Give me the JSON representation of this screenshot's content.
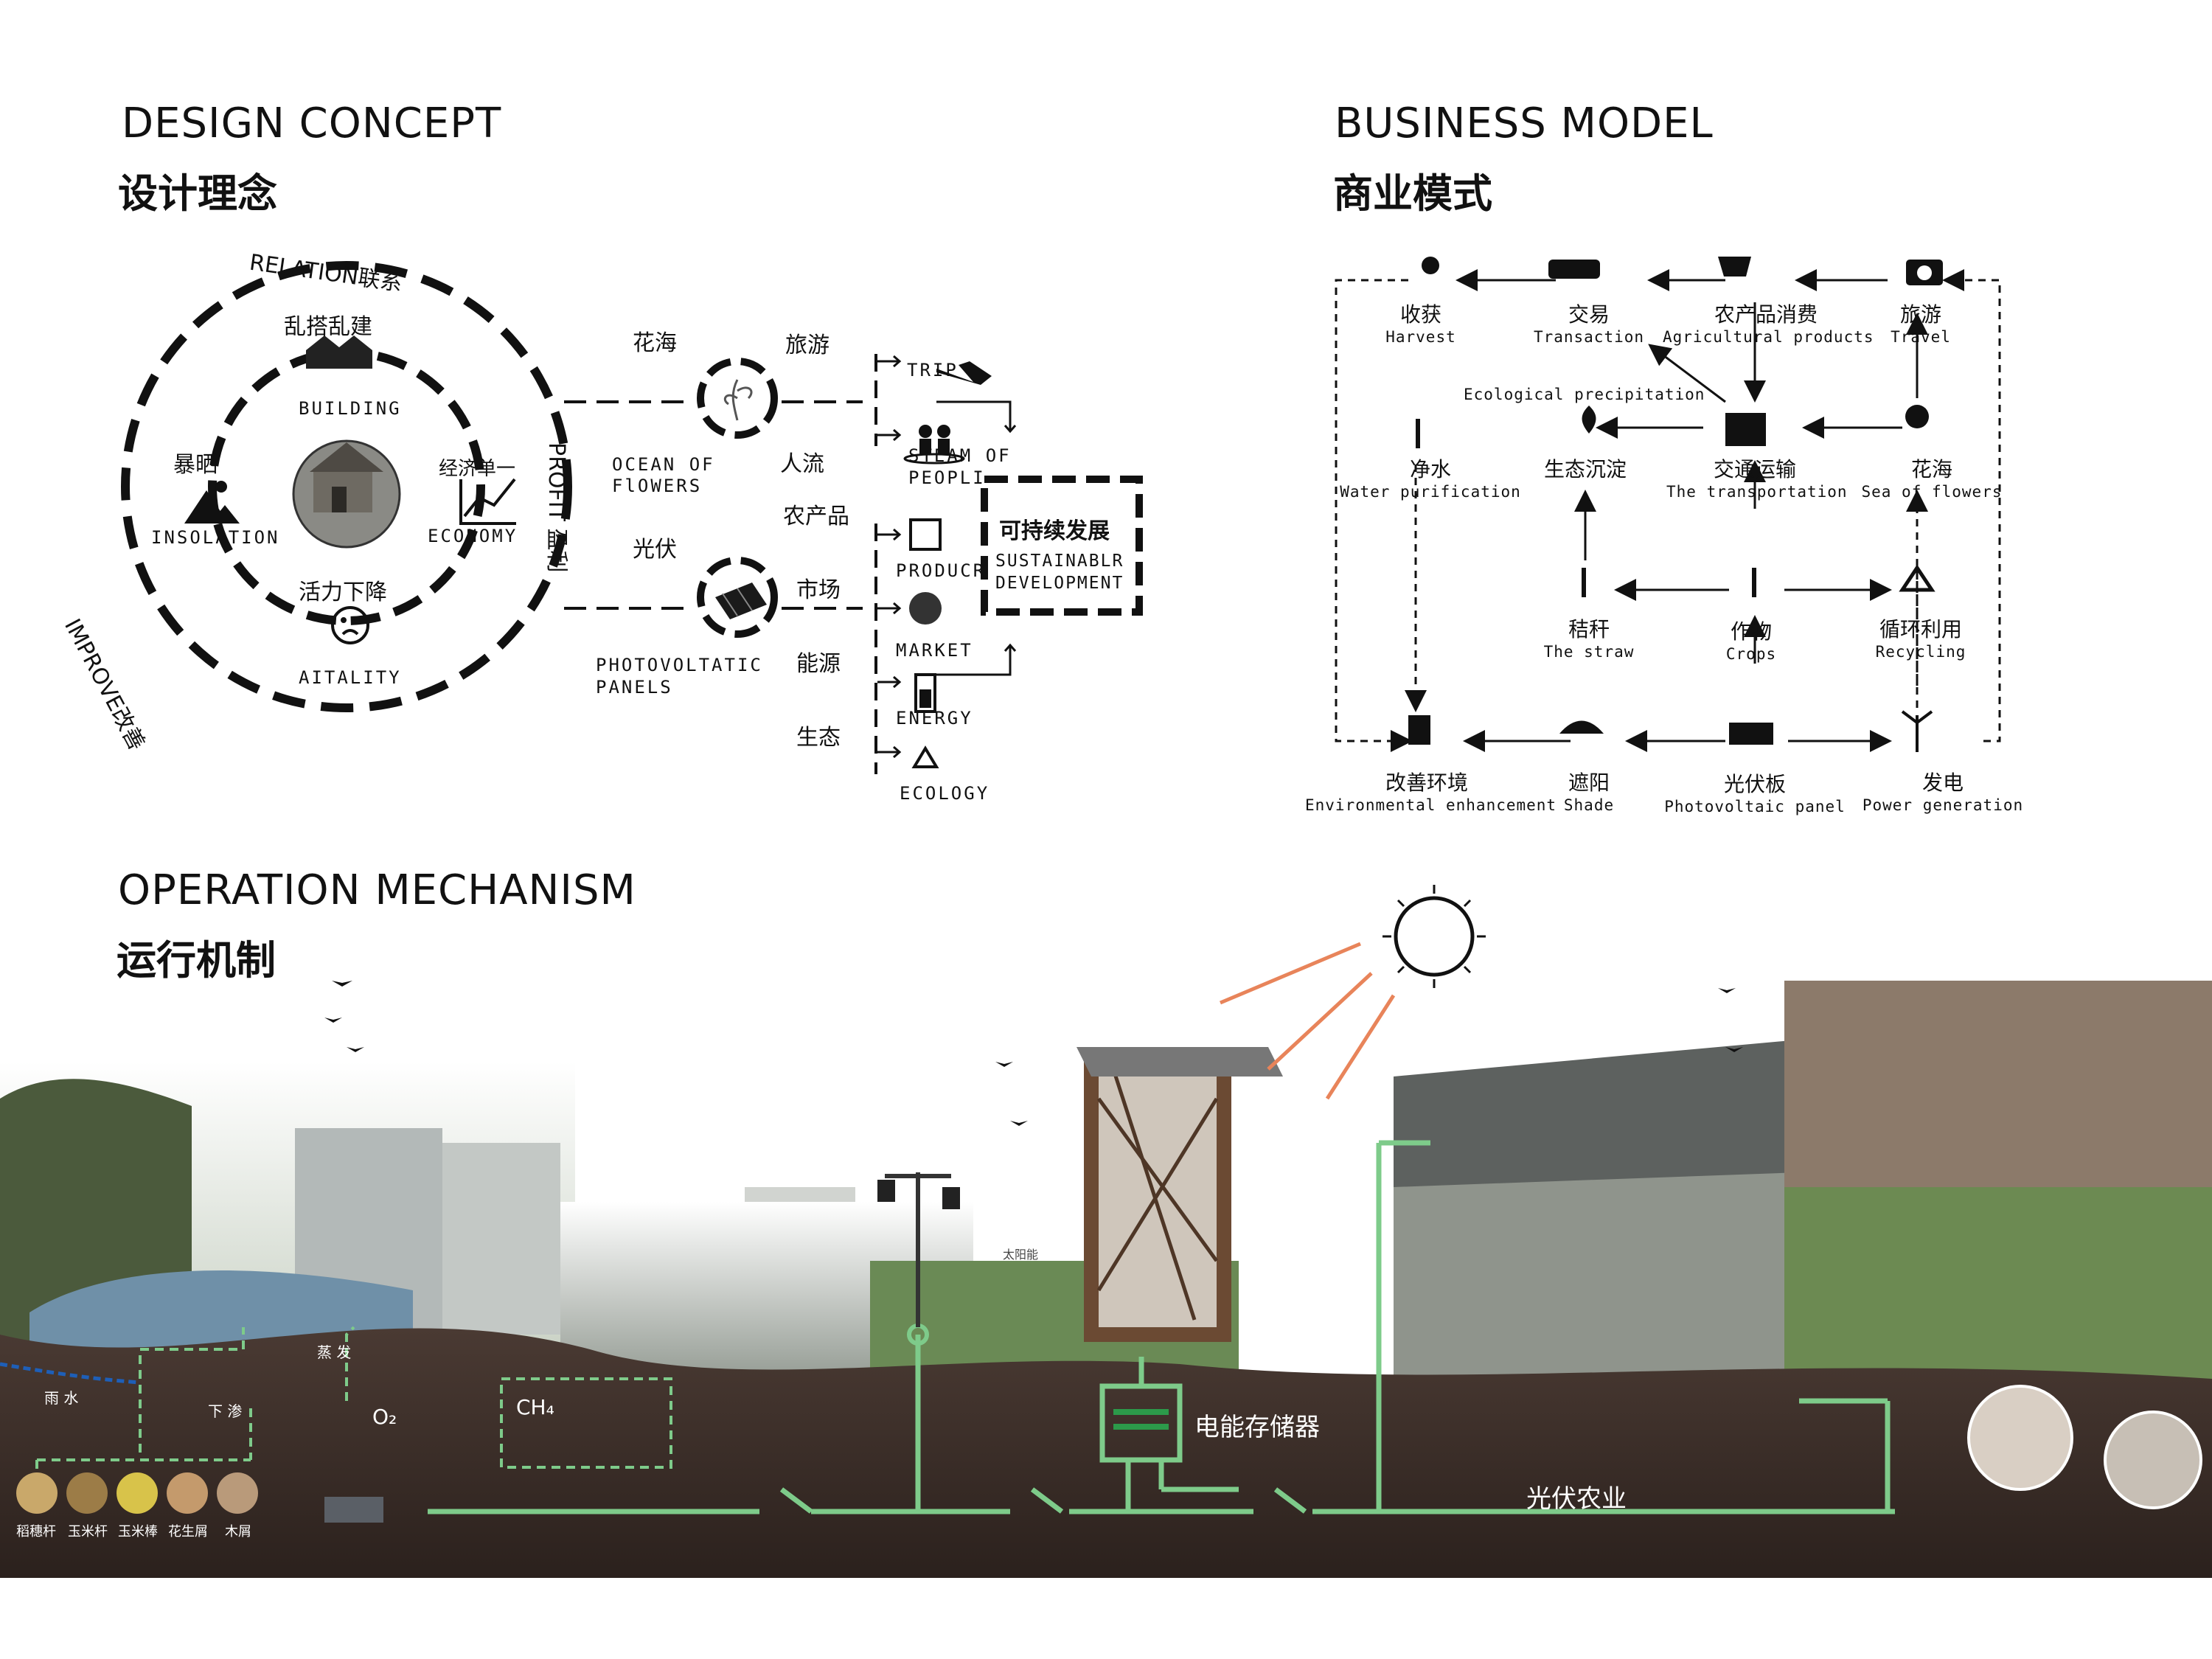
{
  "design_concept": {
    "title_en": "DESIGN CONCEPT",
    "title_cn": "设计理念",
    "ring_labels": {
      "relation": "RELATION联系",
      "improve": "IMPROVE改善",
      "profit": "PROFIT 盈利"
    },
    "inner": {
      "building_cn": "乱搭乱建",
      "building_en": "BUILDING",
      "insolation_cn": "暴晒",
      "insolation_en": "INSOLATION",
      "economy_cn": "经济单一",
      "economy_en": "ECONOMY",
      "vitality_cn": "活力下降",
      "vitality_en": "AITALITY"
    },
    "branches": {
      "flowers_cn": "花海",
      "flowers_en_1": "OCEAN OF",
      "flowers_en_2": "FlOWERS",
      "pv_cn": "光伏",
      "pv_en_1": "PHOTOVOLTATIC",
      "pv_en_2": "PANELS"
    },
    "outcomes": {
      "trip_cn": "旅游",
      "trip_en": "TRIP",
      "people_cn": "人流",
      "people_en_1": "STEAM OF",
      "people_en_2": "PEOPLI",
      "product_cn": "农产品",
      "product_en": "PRODUCR",
      "market_cn": "市场",
      "market_en": "MARKET",
      "energy_cn": "能源",
      "energy_en": "ENERGY",
      "ecology_cn": "生态",
      "ecology_en": "ECOLOGY"
    },
    "sustainable_cn": "可持续发展",
    "sustainable_en_1": "SUSTAINABLR",
    "sustainable_en_2": "DEVELOPMENT"
  },
  "business_model": {
    "title_en": "BUSINESS MODEL",
    "title_cn": "商业模式",
    "nodes": {
      "harvest_cn": "收获",
      "harvest_en": "Harvest",
      "transaction_cn": "交易",
      "transaction_en": "Transaction",
      "agri_cn": "农产品消费",
      "agri_en": "Agricultural products",
      "travel_cn": "旅游",
      "travel_en": "Travel",
      "eco_precip_en": "Ecological precipitation",
      "water_cn": "净水",
      "water_en": "Water purification",
      "eco_cn": "生态沉淀",
      "transport_cn": "交通运输",
      "transport_en": "The transportation",
      "flowers_cn": "花海",
      "flowers_en": "Sea of flowers",
      "straw_cn": "秸秆",
      "straw_en": "The straw",
      "crops_cn": "作物",
      "crops_en": "Crops",
      "recycle_cn": "循环利用",
      "recycle_en": "Recycling",
      "env_cn": "改善环境",
      "env_en": "Environmental enhancement",
      "shade_cn": "遮阳",
      "shade_en": "Shade",
      "pv_cn": "光伏板",
      "pv_en": "Photovoltaic panel",
      "power_cn": "发电",
      "power_en": "Power generation"
    }
  },
  "operation": {
    "title_en": "OPERATION MECHANISM",
    "title_cn": "运行机制",
    "rain": "雨 水",
    "evaporate": "蒸 发",
    "seep": "下 渗",
    "o2": "O₂",
    "ch4": "CH₄",
    "storage": "电能存储器",
    "pv_agri": "光伏农业",
    "materials": [
      "稻穗杆",
      "玉米杆",
      "玉米棒",
      "花生屑",
      "木屑"
    ],
    "solar_small": "太阳能",
    "colors": {
      "green_line": "#7ecb8a",
      "sun_ray": "#e8845a",
      "soil": "#3b2f2a"
    }
  }
}
